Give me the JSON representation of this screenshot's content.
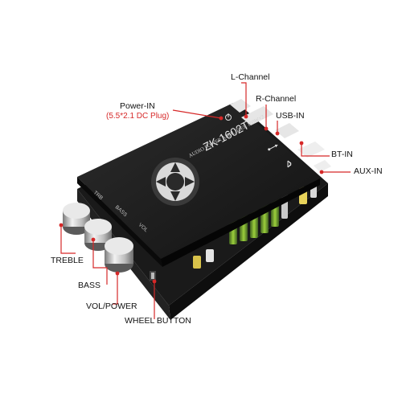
{
  "product": {
    "model": "ZK-1602T",
    "subtitle": "AUDIO POWER AMPLIFIER 160W×2",
    "panel": {
      "trb": "TRB",
      "bass": "BASS",
      "vol": "VOL"
    }
  },
  "callouts": {
    "power_in": "Power-IN",
    "power_in_note": "(5.5*2.1 DC Plug)",
    "l_channel": "L-Channel",
    "r_channel": "R-Channel",
    "usb_in": "USB-IN",
    "bt_in": "BT-IN",
    "aux_in": "AUX-IN",
    "treble": "TREBLE",
    "bass": "BASS",
    "vol_power": "VOL/POWER",
    "wheel_button": "WHEEL BUTTON"
  },
  "colors": {
    "leader_line": "#d62828",
    "board_top": "#1f1f1f",
    "pcb": "#1a1a1a",
    "knob": "#c9c9c9"
  },
  "icons": {
    "bluetooth": "bluetooth-icon",
    "usb": "usb-icon",
    "power": "power-icon"
  }
}
